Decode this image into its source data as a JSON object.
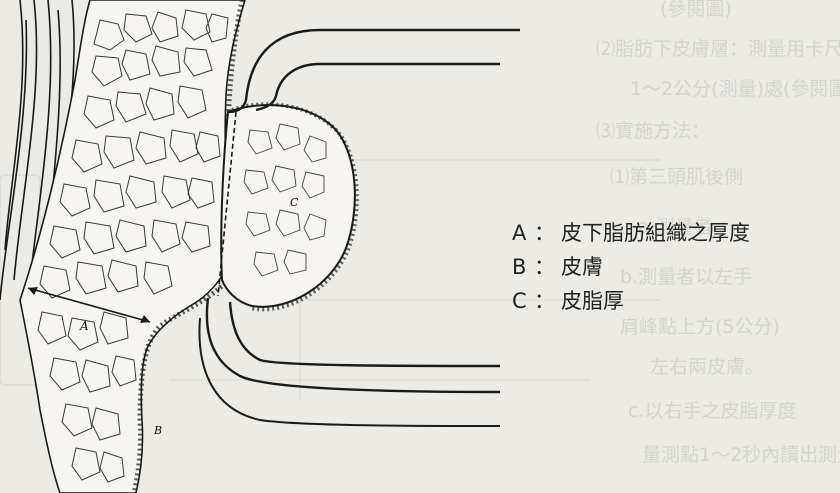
{
  "legend": {
    "items": [
      {
        "key": "A",
        "text": "皮下脂肪組織之厚度"
      },
      {
        "key": "B",
        "text": "皮膚"
      },
      {
        "key": "C",
        "text": "皮脂厚"
      }
    ],
    "separator": "："
  },
  "figure_labels": {
    "a": "A",
    "b": "B",
    "c": "C"
  },
  "colors": {
    "ink": "#1a1a1a",
    "paper": "#ecebe6",
    "fill": "#f6f5f1"
  }
}
